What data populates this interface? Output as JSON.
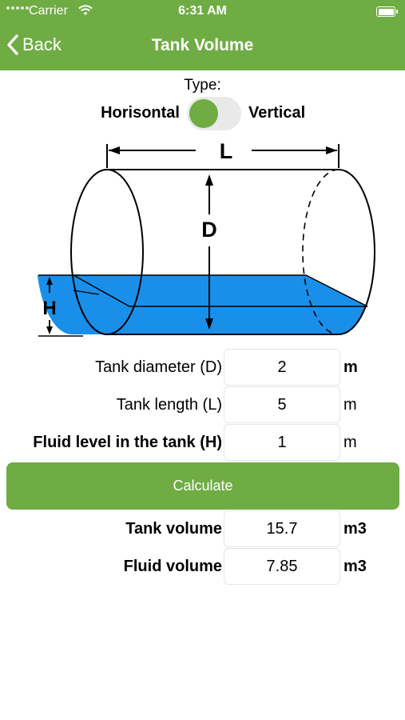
{
  "status_bar": {
    "carrier": "Carrier",
    "time": "6:31 AM"
  },
  "nav": {
    "back_label": "Back",
    "title": "Tank Volume"
  },
  "type_selector": {
    "label": "Type:",
    "option_left": "Horisontal",
    "option_right": "Vertical",
    "selected": "Horisontal"
  },
  "diagram": {
    "label_length": "L",
    "label_diameter": "D",
    "label_height": "H"
  },
  "inputs": [
    {
      "label": "Tank diameter (D)",
      "value": "2",
      "unit": "m"
    },
    {
      "label": "Tank length (L)",
      "value": "5",
      "unit": "m"
    },
    {
      "label": "Fluid level in the tank (H)",
      "value": "1",
      "unit": "m"
    }
  ],
  "calculate_label": "Calculate",
  "results": [
    {
      "label": "Tank volume",
      "value": "15.7",
      "unit": "m3"
    },
    {
      "label": "Fluid volume",
      "value": "7.85",
      "unit": "m3"
    }
  ],
  "colors": {
    "accent": "#6fac44",
    "fluid": "#1a8fea"
  }
}
